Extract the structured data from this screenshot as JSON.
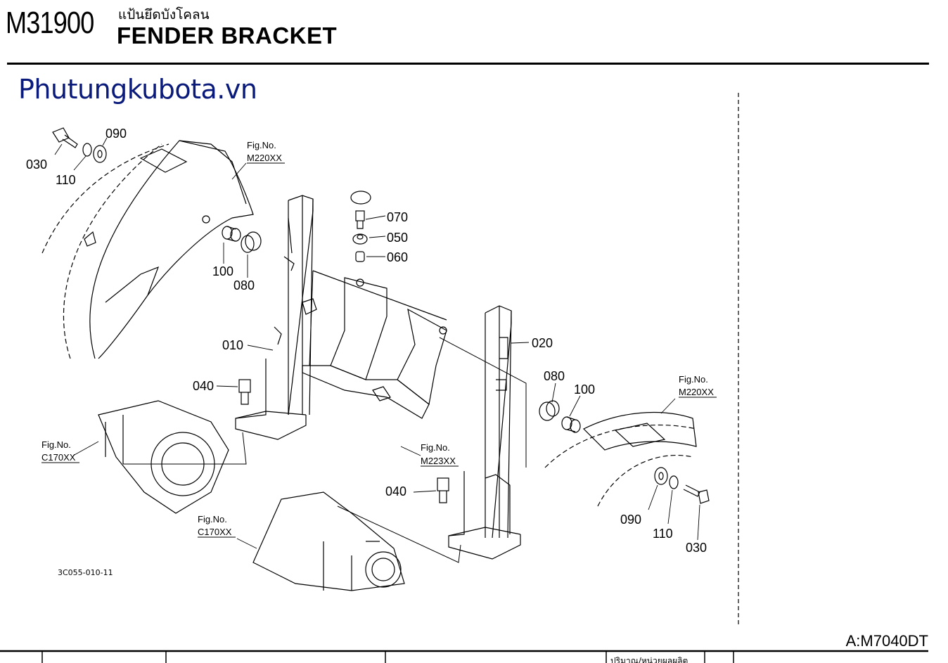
{
  "header": {
    "code": "M31900",
    "thai_title": "แป้นยึดบังโคลน",
    "title": "FENDER BRACKET"
  },
  "brand": "Phutungkubota.vn",
  "model": "A:M7040DT",
  "diagram_id": "3C055-010-11",
  "parts": [
    {
      "label": "030"
    },
    {
      "label": "090"
    },
    {
      "label": "110"
    },
    {
      "label": "100"
    },
    {
      "label": "080"
    },
    {
      "label": "070"
    },
    {
      "label": "050"
    },
    {
      "label": "060"
    },
    {
      "label": "010"
    },
    {
      "label": "020"
    },
    {
      "label": "040"
    },
    {
      "label": "080"
    },
    {
      "label": "100"
    },
    {
      "label": "040"
    },
    {
      "label": "090"
    },
    {
      "label": "110"
    },
    {
      "label": "030"
    }
  ],
  "figrefs": [
    {
      "line1": "Fig.No.",
      "line2": "M220XX"
    },
    {
      "line1": "Fig.No.",
      "line2": "M220XX"
    },
    {
      "line1": "Fig.No.",
      "line2": "C170XX"
    },
    {
      "line1": "Fig.No.",
      "line2": "M223XX"
    },
    {
      "line1": "Fig.No.",
      "line2": "C170XX"
    }
  ],
  "table_header_fragment": "ปริมาณ/หน่วยผลผลิต"
}
